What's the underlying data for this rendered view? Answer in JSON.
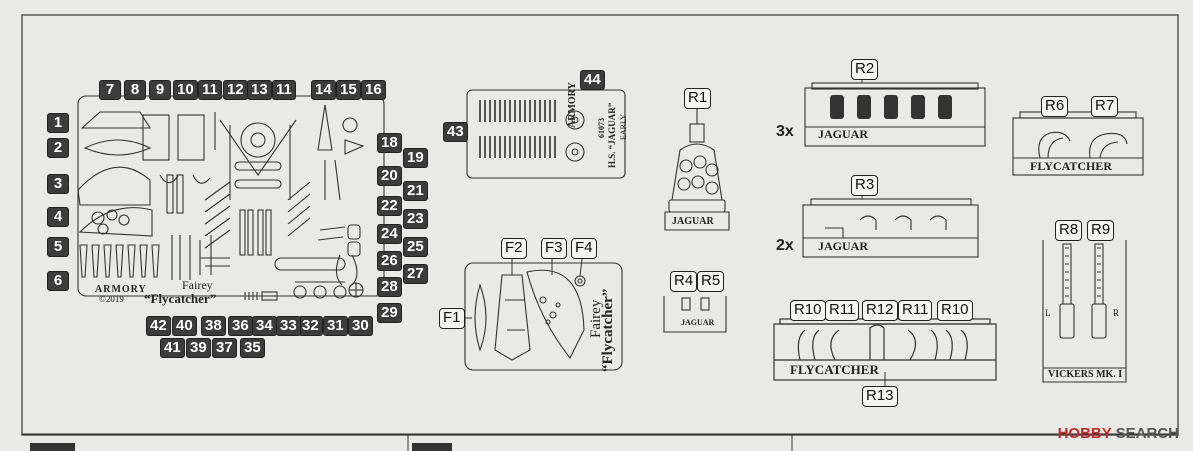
{
  "fret_numbers": [
    "1",
    "2",
    "3",
    "4",
    "5",
    "6",
    "7",
    "8",
    "9",
    "10",
    "11",
    "12",
    "13",
    "11",
    "14",
    "15",
    "16",
    "18",
    "19",
    "20",
    "21",
    "22",
    "23",
    "24",
    "25",
    "26",
    "27",
    "28",
    "29",
    "30",
    "31",
    "32",
    "33",
    "34",
    "35",
    "36",
    "37",
    "38",
    "39",
    "40",
    "41",
    "42"
  ],
  "fret_labels": {
    "brand": "ARMORY",
    "year": "©2019",
    "fairey": "Fairey",
    "flycatcher": "“Flycatcher”"
  },
  "plate43": {
    "num": "43",
    "num44": "44",
    "brand": "ARMORY",
    "line1": "61073",
    "line2": "H.S. “JAGUAR”",
    "line3": "EARLY"
  },
  "film": {
    "f1": "F1",
    "f2": "F2",
    "f3": "F3",
    "f4": "F4",
    "fairey": "Fairey",
    "flycatcher": "“Flycatcher”"
  },
  "resin": {
    "r1": "R1",
    "r1_label": "JAGUAR",
    "r2": "R2",
    "r2_mult": "3x",
    "r2_label": "JAGUAR",
    "r3": "R3",
    "r3_mult": "2x",
    "r3_label": "JAGUAR",
    "r4": "R4",
    "r5": "R5",
    "r45_label": "JAGUAR",
    "r6": "R6",
    "r7": "R7",
    "r67_label": "FLYCATCHER",
    "r8": "R8",
    "r9": "R9",
    "r89_label": "VICKERS MK. I",
    "l": "L",
    "r": "R",
    "r10a": "R10",
    "r11a": "R11",
    "r12": "R12",
    "r11b": "R11",
    "r10b": "R10",
    "r13": "R13",
    "r10_label": "FLYCATCHER"
  },
  "watermark": {
    "logo": "HOBBY",
    "rest": " SEARCH"
  },
  "colors": {
    "paper": "#e9e9e7",
    "ink": "#222222",
    "tag": "#3c3c3c"
  }
}
